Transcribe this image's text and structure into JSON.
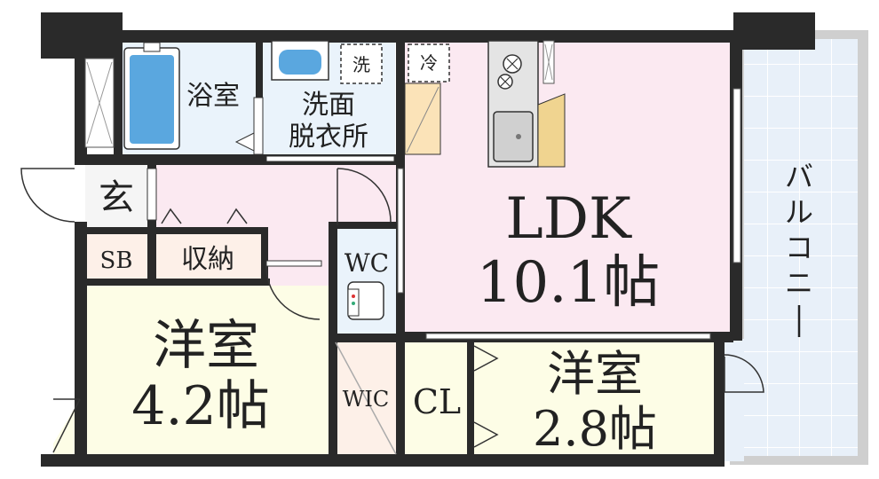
{
  "rooms": {
    "bath": "浴室",
    "washroom_line1": "洗面",
    "washroom_line2": "脱衣所",
    "washer": "洗",
    "fridge": "冷",
    "entrance": "玄",
    "shoe_box": "SB",
    "storage": "収納",
    "wc": "WC",
    "ldk_name": "LDK",
    "ldk_size": "10.1帖",
    "western1_name": "洋室",
    "western1_size": "4.2帖",
    "wic": "WIC",
    "closet": "CL",
    "western2_name": "洋室",
    "western2_size": "2.8帖",
    "balcony": [
      "バ",
      "ル",
      "コ",
      "ニ",
      "ー"
    ]
  },
  "colors": {
    "wall": "#2a2a2a",
    "ldk": "#fbe9f1",
    "western": "#fdfde6",
    "wet_area": "#eaf3fb",
    "entrance": "#f7f7f7",
    "storage": "#fdf0e8",
    "balcony": "#e6eff8",
    "kitchen_panel": "#fbe3b8"
  }
}
